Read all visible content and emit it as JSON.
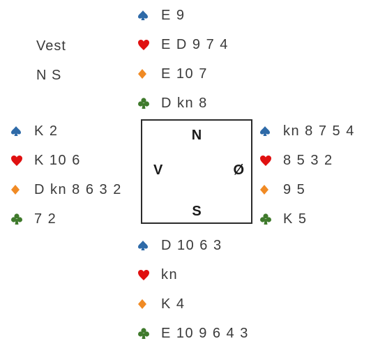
{
  "info": {
    "dealer": "Vest",
    "vulnerability": "N S"
  },
  "colors": {
    "spade": "#2e6aa8",
    "heart": "#e01010",
    "diamond": "#f08a24",
    "club": "#3f7a2c"
  },
  "table": {
    "north": "N",
    "south": "S",
    "west": "V",
    "east": "Ø"
  },
  "hands": {
    "north": {
      "spades": "E 9",
      "hearts": "E D 9 7 4",
      "diamonds": "E 10 7",
      "clubs": "D kn 8"
    },
    "west": {
      "spades": "K 2",
      "hearts": "K 10 6",
      "diamonds": "D kn 8 6 3 2",
      "clubs": "7 2"
    },
    "east": {
      "spades": "kn 8 7 5 4",
      "hearts": "8 5 3 2",
      "diamonds": "9 5",
      "clubs": "K 5"
    },
    "south": {
      "spades": "D 10 6 3",
      "hearts": "kn",
      "diamonds": "K 4",
      "clubs": "E 10 9 6 4 3"
    }
  }
}
